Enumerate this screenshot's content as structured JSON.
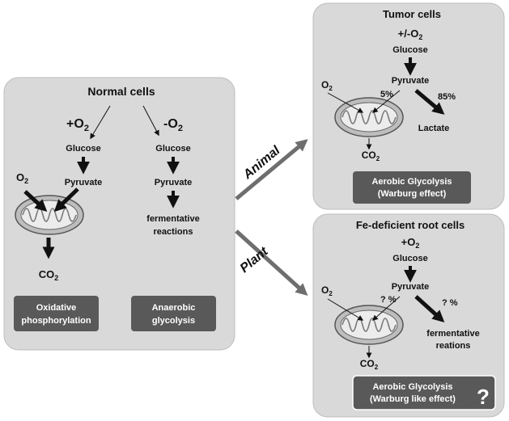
{
  "normal": {
    "title": "Normal cells",
    "plus_o2_base": "+O",
    "plus_o2_sub": "2",
    "minus_o2_base": "-O",
    "minus_o2_sub": "2",
    "glucose_left": "Glucose",
    "pyruvate_left": "Pyruvate",
    "glucose_right": "Glucose",
    "pyruvate_right": "Pyruvate",
    "fermentative_line1": "fermentative",
    "fermentative_line2": "reactions",
    "o2_base": "O",
    "o2_sub": "2",
    "co2_base": "CO",
    "co2_sub": "2",
    "box_left_line1": "Oxidative",
    "box_left_line2": "phosphorylation",
    "box_right_line1": "Anaerobic",
    "box_right_line2": "glycolysis"
  },
  "animal_label": "Animal",
  "plant_label": "Plant",
  "tumor": {
    "title": "Tumor cells",
    "oxygen_base": "+/-O",
    "oxygen_sub": "2",
    "glucose": "Glucose",
    "pyruvate": "Pyruvate",
    "o2_base": "O",
    "o2_sub": "2",
    "pct_mito": "5%",
    "pct_lactate": "85%",
    "lactate": "Lactate",
    "co2_base": "CO",
    "co2_sub": "2",
    "box_line1": "Aerobic Glycolysis",
    "box_line2": "(Warburg effect)"
  },
  "root": {
    "title": "Fe-deficient root cells",
    "oxygen_base": "+O",
    "oxygen_sub": "2",
    "glucose": "Glucose",
    "pyruvate": "Pyruvate",
    "o2_base": "O",
    "o2_sub": "2",
    "pct_mito": "? %",
    "pct_ferment": "? %",
    "ferment_line1": "fermentative",
    "ferment_line2": "reations",
    "co2_base": "CO",
    "co2_sub": "2",
    "box_line1": "Aerobic Glycolysis",
    "box_line2": "(Warburg like effect)",
    "question_mark": "?"
  }
}
